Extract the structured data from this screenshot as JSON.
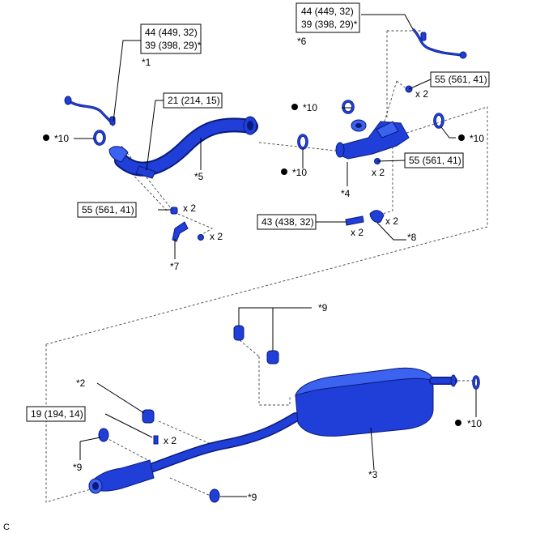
{
  "corner_code": "C",
  "callouts": {
    "c1_line1": "44 (449, 32)",
    "c1_line2": "39 (398, 29)*",
    "c1_ref": "*1",
    "c6_line1": "44 (449, 32)",
    "c6_line2": "39 (398, 29)*",
    "c6_ref": "*6",
    "c21": "21 (214, 15)",
    "c5_ref": "*5",
    "c55a": "55 (561, 41)",
    "c55a_qty": "x 2",
    "c55b": "55 (561, 41)",
    "c55b_qty": "x 2",
    "c55c": "55 (561, 41)",
    "c55c_qty": "x 2",
    "c7_qty": "x 2",
    "c7_ref": "*7",
    "c10_left": "*10",
    "c10_mid_top": "*10",
    "c10_mid_low": "*10",
    "c10_right": "*10",
    "c10_bottom": "*10",
    "c4_ref": "*4",
    "c43": "43 (438, 32)",
    "c43_qty": "x 2",
    "c8_qty": "x 2",
    "c8_ref": "*8",
    "c9_top": "*9",
    "c9_left": "*9",
    "c9_bottom": "*9",
    "c2_ref": "*2",
    "c19": "19 (194, 14)",
    "c19_qty": "x 2",
    "c3_ref": "*3"
  }
}
